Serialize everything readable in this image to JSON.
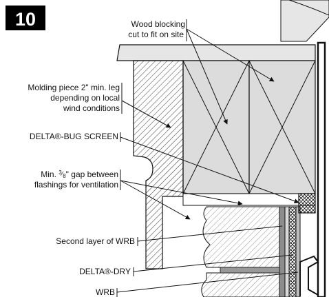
{
  "figure": {
    "number": "10",
    "labels": {
      "wood_blocking": [
        "Wood blocking",
        "cut to fit on site"
      ],
      "molding": [
        "Molding piece 2\" min. leg",
        "depending on local",
        "wind conditions"
      ],
      "bug_screen": "DELTA®-BUG SCREEN",
      "gap": [
        "Min. ",
        "\" gap between",
        "flashings for ventilation"
      ],
      "gap_fraction": {
        "numerator": "3",
        "denominator": "8"
      },
      "second_wrb": "Second layer of WRB",
      "delta_dry": "DELTA®-DRY",
      "wrb": "WRB"
    }
  },
  "colors": {
    "ink": "#111111",
    "fill_light": "#e6e6e6",
    "fill_mid": "#cfcfcf",
    "badge_bg": "#000000",
    "badge_text": "#ffffff"
  }
}
